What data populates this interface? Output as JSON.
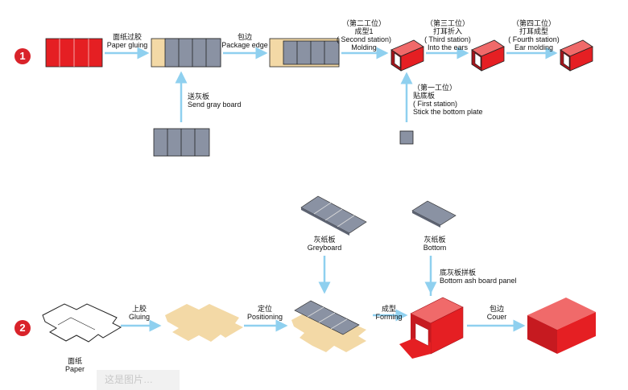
{
  "section_numbers": {
    "one": "1",
    "two": "2"
  },
  "row1": {
    "paper_gluing": {
      "zh": "面纸过胶",
      "en": "Paper gluing"
    },
    "package_edge": {
      "zh": "包边",
      "en": "Package edge"
    },
    "send_gray_board": {
      "zh": "送灰板",
      "en": "Send gray board"
    },
    "second_station": {
      "zh1": "（第二工位）",
      "zh2": "成型1",
      "en1": "( Second station)",
      "en2": "Molding"
    },
    "third_station": {
      "zh1": "（第三工位）",
      "zh2": "打耳折入",
      "en1": "( Third station)",
      "en2": "Into the ears"
    },
    "fourth_station": {
      "zh1": "（第四工位）",
      "zh2": "打耳成型",
      "en1": "( Fourth station)",
      "en2": "Ear molding"
    },
    "first_station": {
      "zh1": "（第一工位）",
      "zh2": "贴底板",
      "en1": "( First station)",
      "en2": "Stick the bottom plate"
    }
  },
  "row2": {
    "greyboard": {
      "zh": "灰纸板",
      "en": "Greyboard"
    },
    "bottom": {
      "zh": "灰纸板",
      "en": "Bottom"
    },
    "bottom_panel": {
      "zh": "底灰板拼板",
      "en": "Bottom ash board panel"
    },
    "paper": {
      "zh": "面纸",
      "en": "Paper"
    },
    "gluing": {
      "zh": "上胶",
      "en": "Gluing"
    },
    "positioning": {
      "zh": "定位",
      "en": "Positioning"
    },
    "forming": {
      "zh": "成型",
      "en": "Forming"
    },
    "couer": {
      "zh": "包边",
      "en": "Couer"
    }
  },
  "watermark": "这是图片…",
  "colors": {
    "red": "#e51f23",
    "dark_red": "#a5141b",
    "grey": "#8a92a3",
    "tan": "#f3d9a6",
    "arrow": "#8fd0ef"
  }
}
